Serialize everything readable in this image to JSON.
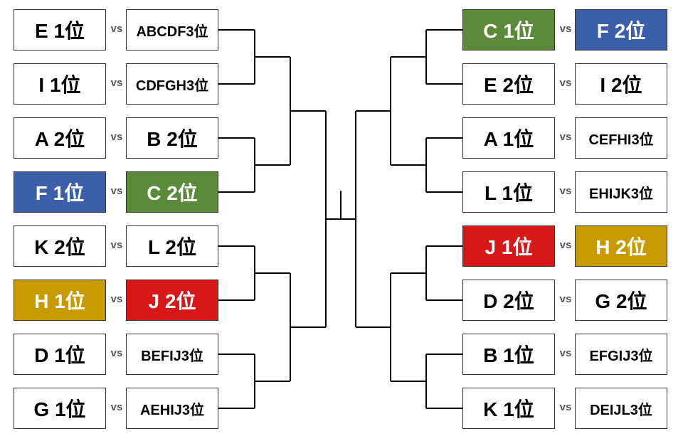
{
  "vs_label": "vs",
  "colors": {
    "c-green": "#5b8a3a",
    "c-blue": "#3b5fa8",
    "c-gold": "#c99a00",
    "c-red": "#d81818",
    "line": "#000000"
  },
  "left_matches": [
    {
      "a": {
        "label": "E 1位",
        "color": ""
      },
      "b": {
        "label": "ABCDF3位",
        "color": ""
      }
    },
    {
      "a": {
        "label": "I 1位",
        "color": ""
      },
      "b": {
        "label": "CDFGH3位",
        "color": ""
      }
    },
    {
      "a": {
        "label": "A 2位",
        "color": ""
      },
      "b": {
        "label": "B 2位",
        "color": ""
      }
    },
    {
      "a": {
        "label": "F 1位",
        "color": "c-blue"
      },
      "b": {
        "label": "C 2位",
        "color": "c-green"
      }
    },
    {
      "a": {
        "label": "K 2位",
        "color": ""
      },
      "b": {
        "label": "L 2位",
        "color": ""
      }
    },
    {
      "a": {
        "label": "H 1位",
        "color": "c-gold"
      },
      "b": {
        "label": "J 2位",
        "color": "c-red"
      }
    },
    {
      "a": {
        "label": "D 1位",
        "color": ""
      },
      "b": {
        "label": "BEFIJ3位",
        "color": ""
      }
    },
    {
      "a": {
        "label": "G 1位",
        "color": ""
      },
      "b": {
        "label": "AEHIJ3位",
        "color": ""
      }
    }
  ],
  "right_matches": [
    {
      "a": {
        "label": "C 1位",
        "color": "c-green"
      },
      "b": {
        "label": "F 2位",
        "color": "c-blue"
      }
    },
    {
      "a": {
        "label": "E 2位",
        "color": ""
      },
      "b": {
        "label": "I 2位",
        "color": ""
      }
    },
    {
      "a": {
        "label": "A 1位",
        "color": ""
      },
      "b": {
        "label": "CEFHI3位",
        "color": ""
      }
    },
    {
      "a": {
        "label": "L 1位",
        "color": ""
      },
      "b": {
        "label": "EHIJK3位",
        "color": ""
      }
    },
    {
      "a": {
        "label": "J 1位",
        "color": "c-red"
      },
      "b": {
        "label": "H 2位",
        "color": "c-gold"
      }
    },
    {
      "a": {
        "label": "D 2位",
        "color": ""
      },
      "b": {
        "label": "G 2位",
        "color": ""
      }
    },
    {
      "a": {
        "label": "B 1位",
        "color": ""
      },
      "b": {
        "label": "EFGIJ3位",
        "color": ""
      }
    },
    {
      "a": {
        "label": "K 1位",
        "color": ""
      },
      "b": {
        "label": "DEIJL3位",
        "color": ""
      }
    }
  ]
}
